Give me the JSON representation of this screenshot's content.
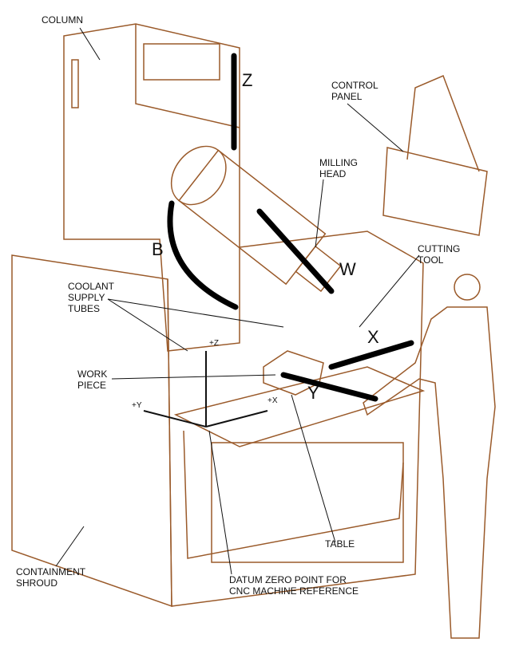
{
  "labels": {
    "column": "COLUMN",
    "control_panel": "CONTROL\nPANEL",
    "milling_head": "MILLING\nHEAD",
    "cutting_tool": "CUTTING\nTOOL",
    "coolant": "COOLANT\nSUPPLY\nTUBES",
    "work_piece": "WORK\nPIECE",
    "table": "TABLE",
    "datum": "DATUM ZERO POINT FOR\nCNC MACHINE REFERENCE",
    "shroud": "CONTAINMENT\nSHROUD"
  },
  "axes": {
    "z": "Z",
    "b": "B",
    "w": "W",
    "x": "X",
    "y": "Y",
    "pz": "+Z",
    "py": "+Y",
    "px": "+X"
  },
  "colors": {
    "sketch": "#9a5a2a",
    "ink": "#111111"
  }
}
